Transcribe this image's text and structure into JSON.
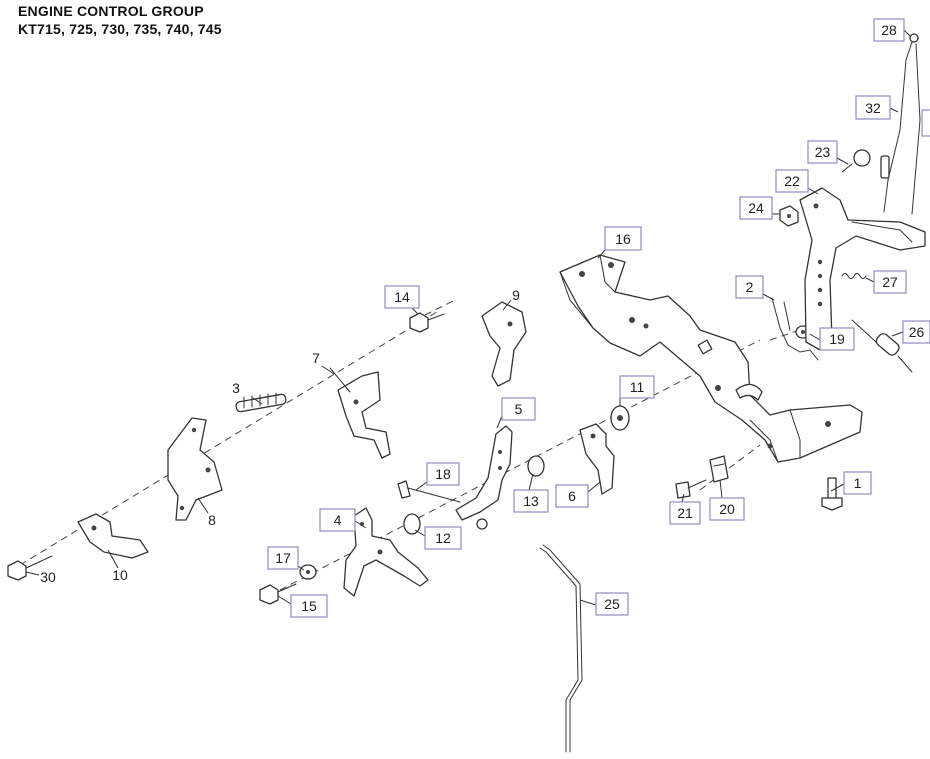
{
  "header": {
    "title": "ENGINE CONTROL GROUP",
    "subtitle": "KT715, 725, 730, 735, 740, 745"
  },
  "callouts": {
    "c1": "1",
    "c2": "2",
    "c3": "3",
    "c4": "4",
    "c5": "5",
    "c6": "6",
    "c7": "7",
    "c8": "8",
    "c9": "9",
    "c10": "10",
    "c11": "11",
    "c12": "12",
    "c13": "13",
    "c14": "14",
    "c15": "15",
    "c16": "16",
    "c17": "17",
    "c18": "18",
    "c19": "19",
    "c20": "20",
    "c21": "21",
    "c22": "22",
    "c23": "23",
    "c24": "24",
    "c25": "25",
    "c26": "26",
    "c27": "27",
    "c28": "28",
    "c30": "30",
    "c32": "32"
  }
}
